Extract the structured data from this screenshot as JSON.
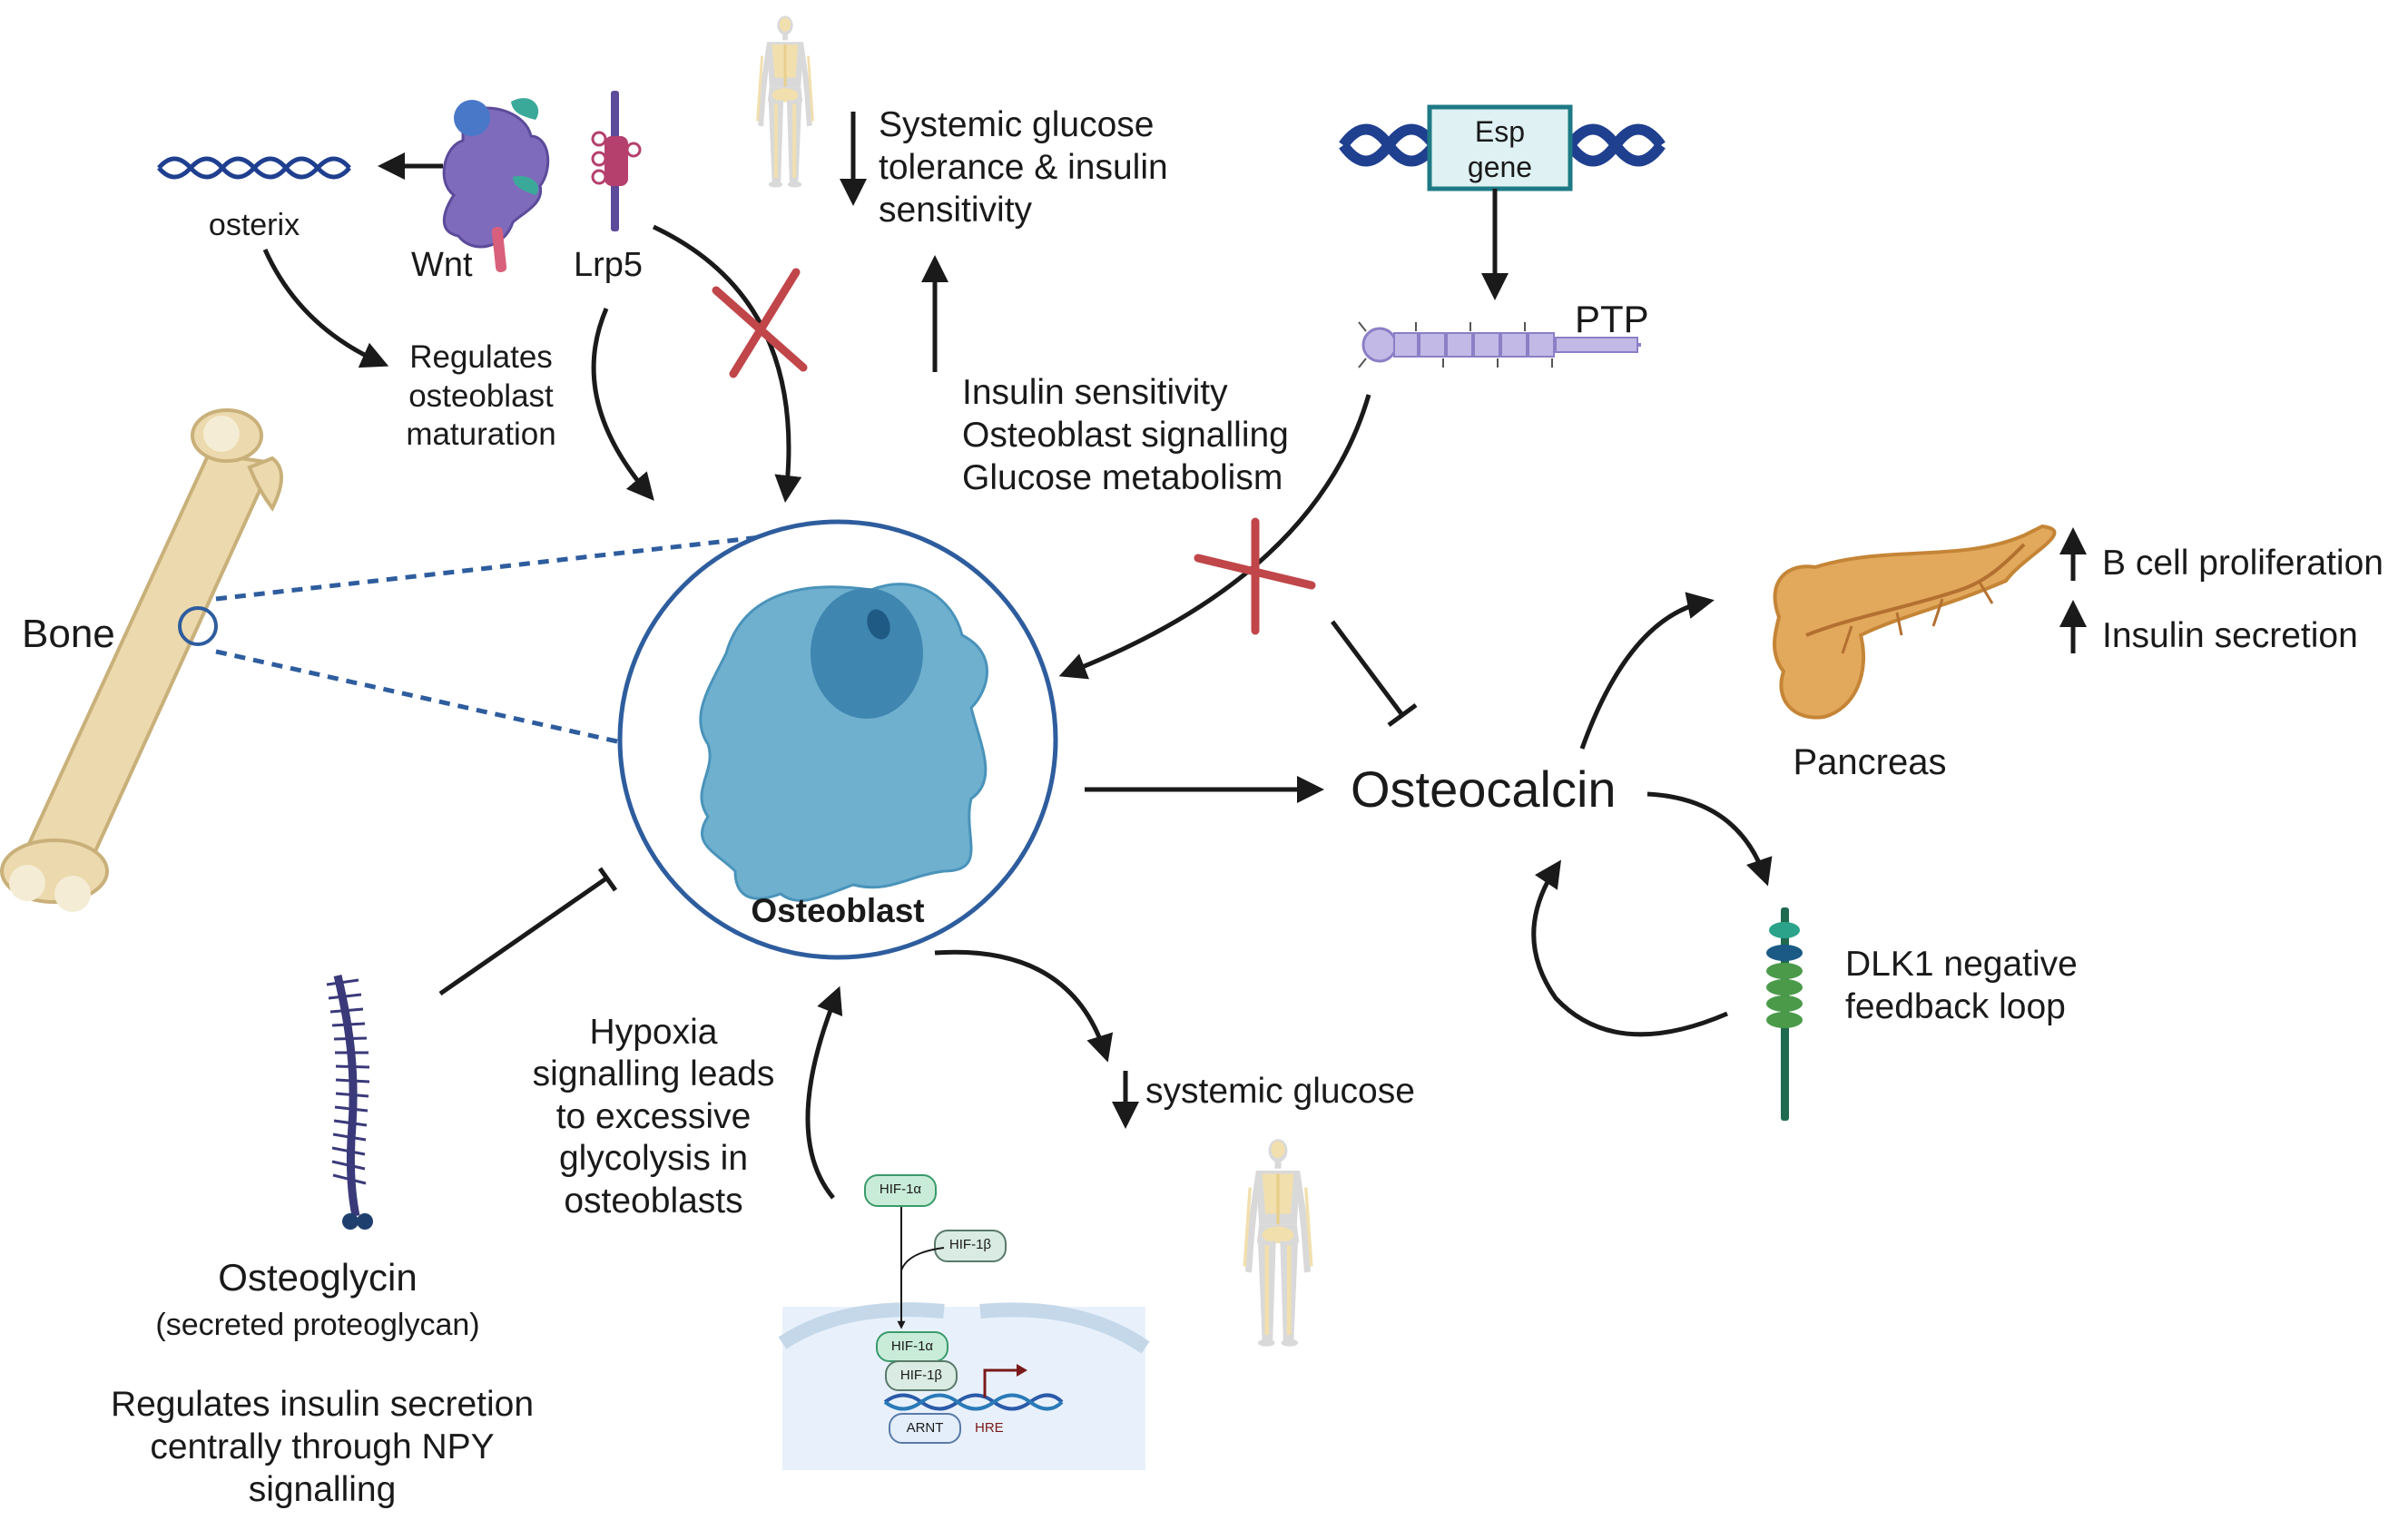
{
  "labels": {
    "bone": "Bone",
    "osteoblast": "Osteoblast",
    "osteocalcin": "Osteocalcin",
    "pancreas": "Pancreas",
    "osterix": "osterix",
    "wnt": "Wnt",
    "lrp5": "Lrp5",
    "ptp": "PTP",
    "esp_gene": [
      "Esp",
      "gene"
    ],
    "systemic_tolerance": [
      "Systemic glucose",
      "tolerance & insulin",
      "sensitivity"
    ],
    "regulates_maturation": [
      "Regulates",
      "osteoblast",
      "maturation"
    ],
    "insulin_effects": [
      "Insulin sensitivity",
      "Osteoblast signalling",
      "Glucose metabolism"
    ],
    "b_cell": "B cell proliferation",
    "insulin_secretion": "Insulin secretion",
    "dlk1": [
      "DLK1 negative",
      "feedback loop"
    ],
    "systemic_glucose": "systemic glucose",
    "hypoxia": [
      "Hypoxia",
      "signalling leads",
      "to excessive",
      "glycolysis in",
      "osteoblasts"
    ],
    "osteoglycin": "Osteoglycin",
    "osteoglycin_sub": "(secreted proteoglycan)",
    "osteoglycin_desc": [
      "Regulates insulin secretion",
      "centrally through NPY",
      "signalling"
    ],
    "hif1a": "HIF-1α",
    "hif1b": "HIF-1β",
    "arnt": "ARNT",
    "hre": "HRE"
  },
  "colors": {
    "arrow": "#1a1a1a",
    "inhibit_x": "#c0464a",
    "cell_border": "#2e5d9e",
    "cell_body": "#6fb0cf",
    "nucleus": "#3f86b0",
    "bone": "#ecd9ad",
    "dna": "#1f3f8f",
    "pancreas": "#e2a85c",
    "dlk1": "#2a7a52",
    "hif_green": "#c9ecd9"
  },
  "icons": [
    "bone-icon",
    "osteoblast-cell-icon",
    "dna-icon",
    "wnt-protein-icon",
    "lrp5-receptor-icon",
    "human-skeleton-icon",
    "esp-gene-icon",
    "ptp-protein-icon",
    "pancreas-icon",
    "dlk1-receptor-icon",
    "osteoglycin-icon",
    "hif-nucleus-icon"
  ]
}
